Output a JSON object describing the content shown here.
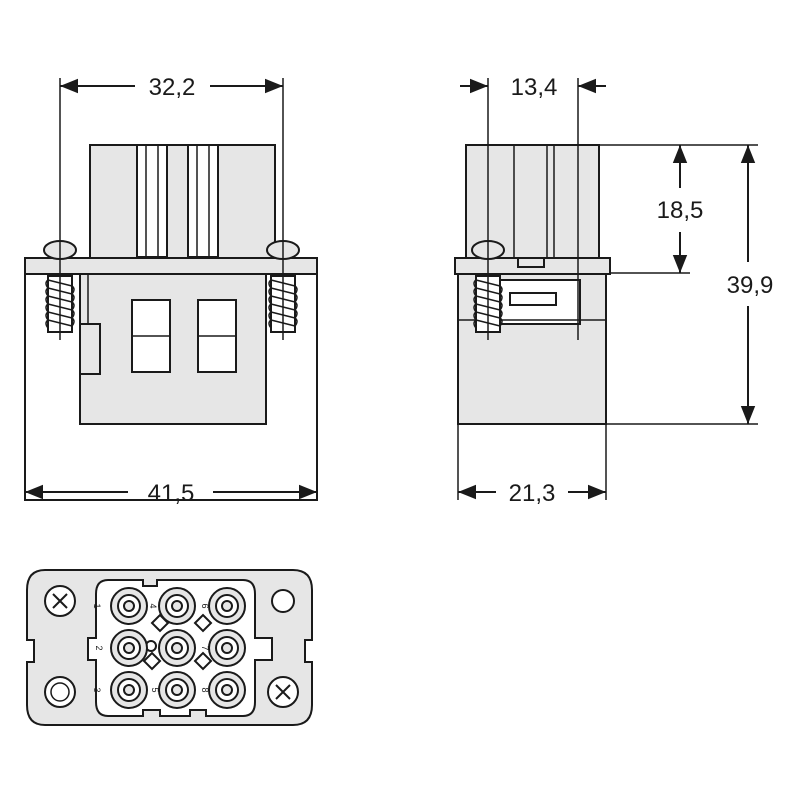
{
  "dimensions": {
    "top_width": "32,2",
    "front_width": "41,5",
    "side_top_width": "13,4",
    "side_width": "21,3",
    "upper_height": "18,5",
    "total_height": "39,9"
  },
  "pins": [
    {
      "number": "1"
    },
    {
      "number": "2"
    },
    {
      "number": "3"
    },
    {
      "number": "4"
    },
    {
      "number": "5"
    },
    {
      "number": "6"
    },
    {
      "number": "7"
    },
    {
      "number": "8"
    }
  ],
  "colors": {
    "line": "#1a1a1a",
    "fill": "#e6e6e6",
    "background": "#ffffff"
  }
}
